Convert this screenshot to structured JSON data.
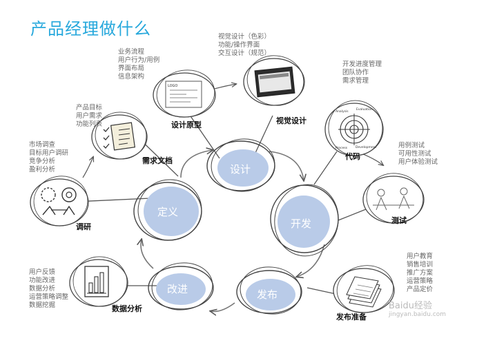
{
  "title": "产品经理做什么",
  "phases": {
    "design": "设计",
    "define": "定义",
    "develop": "开发",
    "improve": "改进",
    "release": "发布"
  },
  "nodes": {
    "research": {
      "label": "调研",
      "items": [
        "市场调查",
        "目标用户调研",
        "竞争分析",
        "盈利分析"
      ]
    },
    "requirements": {
      "label": "需求文档",
      "items": [
        "产品目标",
        "用户需求",
        "功能列表"
      ]
    },
    "prototype": {
      "label": "设计原型",
      "items": [
        "业务流程",
        "用户行为/用例",
        "界面布局",
        "信息架构"
      ]
    },
    "visual": {
      "label": "视觉设计",
      "items": [
        "视觉设计（色彩）",
        "功能/操作界面",
        "交互设计（规范）"
      ]
    },
    "code": {
      "label": "代码",
      "items": [
        "开发进度管理",
        "团队协作",
        "需求管理"
      ]
    },
    "testing": {
      "label": "测试",
      "items": [
        "用例测试",
        "可用性测试",
        "用户体验测试"
      ]
    },
    "launch": {
      "label": "发布准备",
      "items": [
        "用户教育",
        "销售培训",
        "推广方案",
        "运营策略",
        "产品定价"
      ]
    },
    "analytics": {
      "label": "数据分析",
      "items": [
        "用户反馈",
        "功能改进",
        "数据分析",
        "运营策略调整",
        "数据挖掘"
      ]
    }
  },
  "prototype_logo": "LOGO",
  "code_icon_labels": [
    "Analysis",
    "Evaluation",
    "Process",
    "Development"
  ],
  "watermark": {
    "brand": "Baidu经验",
    "url": "jingyan.baidu.com"
  },
  "colors": {
    "title": "#27a8dc",
    "phase_fill": "#b9cbe8",
    "ink": "#333333"
  }
}
